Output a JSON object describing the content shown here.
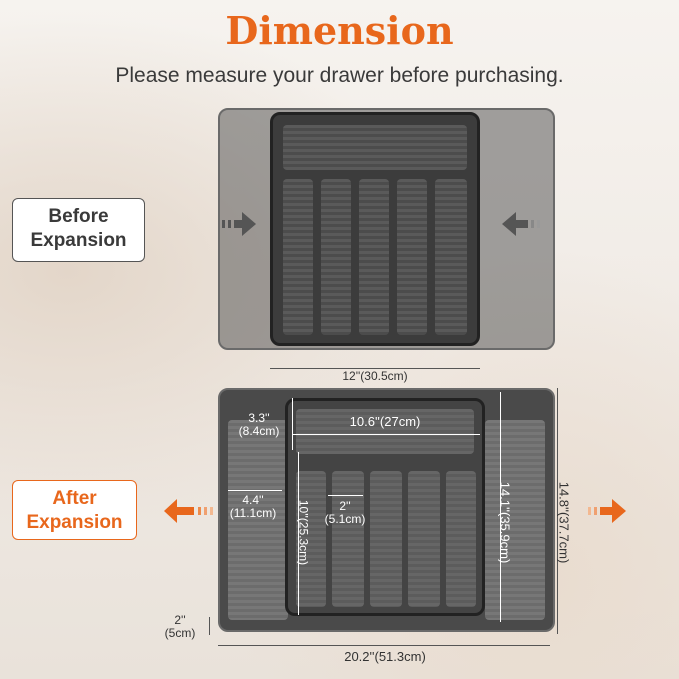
{
  "title": "Dimension",
  "subtitle": "Please measure your drawer before purchasing.",
  "before": {
    "label": "Before Expansion",
    "width": "12''(30.5cm)"
  },
  "after": {
    "label": "After Expansion",
    "dims": {
      "side_depth_in": "3.3''",
      "side_depth_cm": "(8.4cm)",
      "top_width": "10.6''(27cm)",
      "side_width_in": "4.4''",
      "side_width_cm": "(11.1cm)",
      "slot_len": "10''(25.3cm)",
      "slot_w_in": "2''",
      "slot_w_cm": "(5.1cm)",
      "inner_depth": "14.1''(35.9cm)",
      "outer_depth": "14.8''(37.7cm)",
      "height_in": "2''",
      "height_cm": "(5cm)",
      "total_width": "20.2''(51.3cm)"
    }
  },
  "colors": {
    "accent": "#e8671c"
  }
}
